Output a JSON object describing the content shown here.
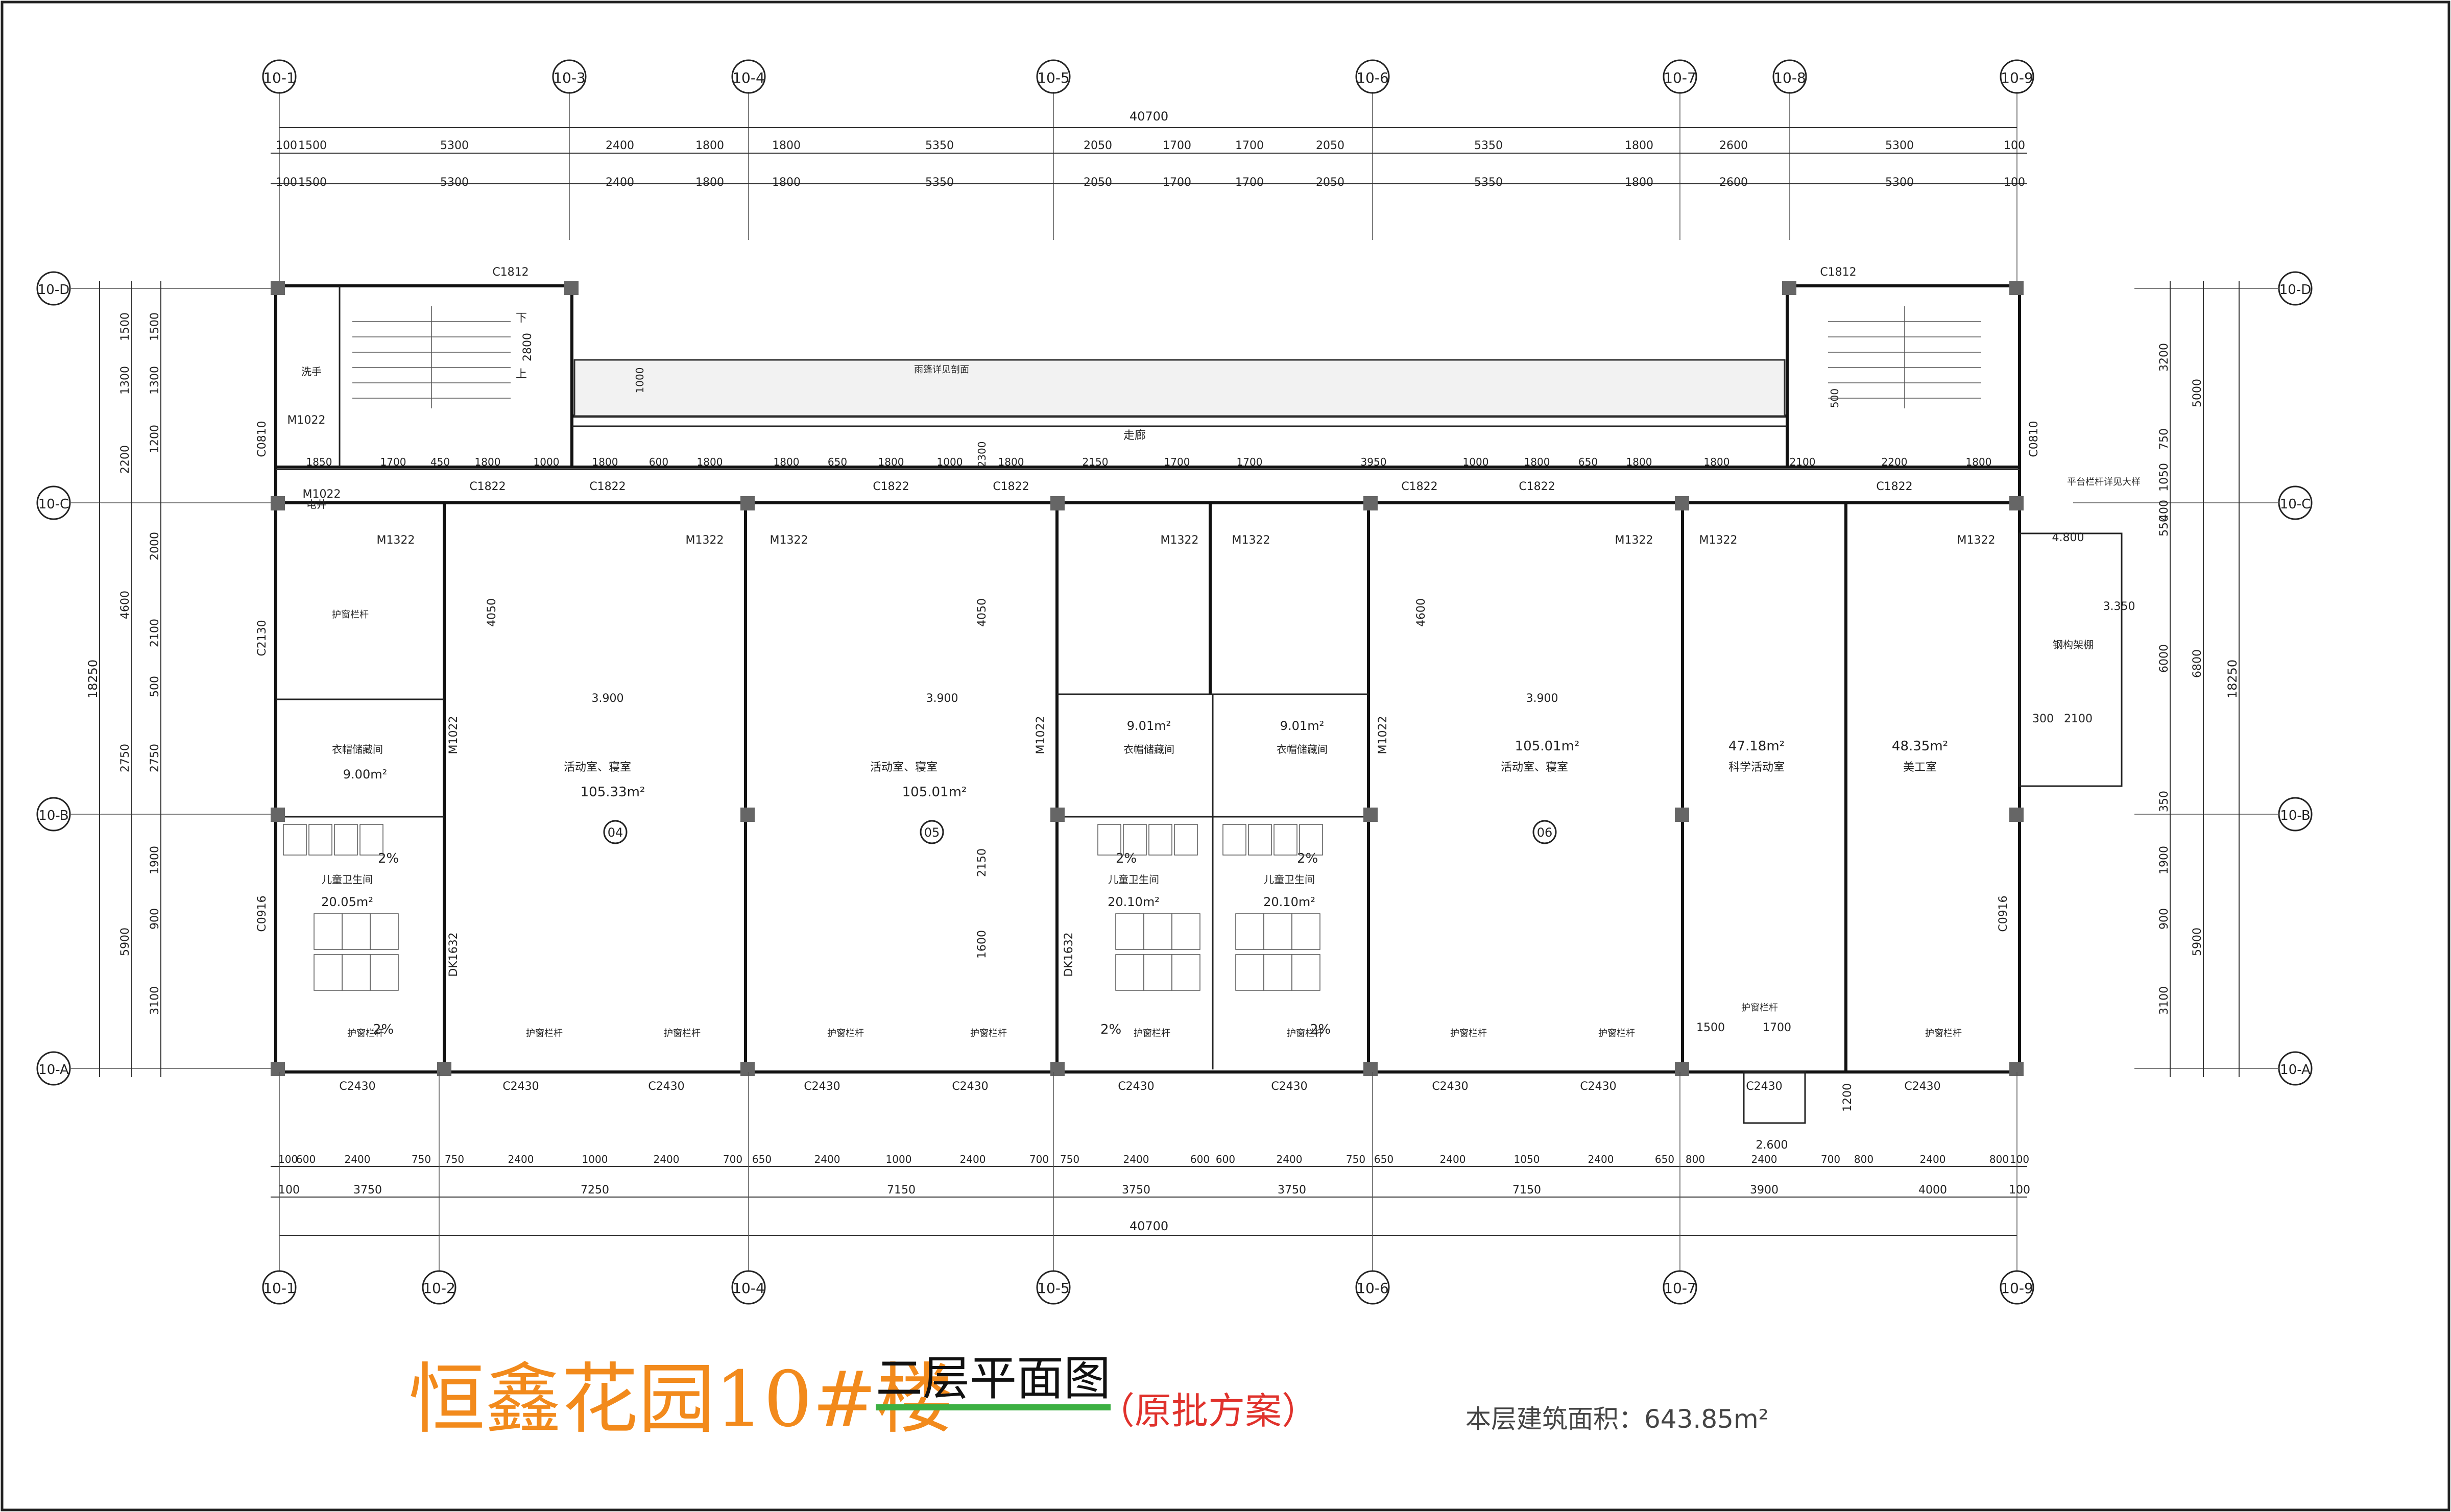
{
  "title": {
    "project": "恒鑫花园10#楼",
    "floor": "二层平面图",
    "note": "（原批方案）",
    "area_label": "本层建筑面积：",
    "area_value": "643.85m²"
  },
  "axes": {
    "top": [
      "10-1",
      "10-3",
      "10-4",
      "10-5",
      "10-6",
      "10-7",
      "10-8",
      "10-9"
    ],
    "bottom": [
      "10-1",
      "10-2",
      "10-4",
      "10-5",
      "10-6",
      "10-7",
      "10-9"
    ],
    "left": [
      "10-D",
      "10-C",
      "10-B",
      "10-A"
    ],
    "right": [
      "10-D",
      "10-C",
      "10-B",
      "10-A"
    ]
  },
  "dimensions": {
    "top_total": "40700",
    "top_row1": [
      "100",
      "1500",
      "5300",
      "2400",
      "1800",
      "1800",
      "5350",
      "2050",
      "1700",
      "1700",
      "2050",
      "5350",
      "1800",
      "2600",
      "5300",
      "100"
    ],
    "top_row2": [
      "100",
      "1500",
      "5300",
      "2400",
      "1800",
      "1800",
      "5350",
      "2050",
      "1700",
      "1700",
      "2050",
      "5350",
      "1800",
      "2600",
      "5300",
      "100"
    ],
    "bottom_row1": [
      "100",
      "600",
      "2400",
      "750",
      "750",
      "2400",
      "1000",
      "2400",
      "700",
      "650",
      "2400",
      "1000",
      "2400",
      "700",
      "750",
      "2400",
      "600",
      "600",
      "2400",
      "750",
      "650",
      "2400",
      "1050",
      "2400",
      "650",
      "800",
      "2400",
      "700",
      "800",
      "2400",
      "800",
      "100"
    ],
    "bottom_row2": [
      "100",
      "3750",
      "7250",
      "7150",
      "3750",
      "3750",
      "7150",
      "3900",
      "4000",
      "100"
    ],
    "bottom_total": "40700",
    "left_outer": "18250",
    "left_mid": [
      "1500",
      "1300",
      "2200",
      "4600",
      "2750",
      "5900"
    ],
    "left_inner": [
      "1500",
      "1300",
      "1200",
      "2000",
      "2100",
      "500",
      "2750",
      "1900",
      "900",
      "3100"
    ],
    "right_outer": "18250",
    "right_mid": [
      "5000",
      "6800",
      "5900"
    ],
    "right_inner": [
      "3200",
      "750",
      "1050",
      "400",
      "550",
      "6000",
      "350",
      "1900",
      "900",
      "3100"
    ],
    "row_c": [
      "1850",
      "1700",
      "450",
      "1800",
      "1000",
      "1800",
      "600",
      "1800",
      "1800",
      "650",
      "1800",
      "1000",
      "1800",
      "2150",
      "1700",
      "1700",
      "3950",
      "1000",
      "1800",
      "650",
      "1800",
      "1800",
      "2100",
      "2200",
      "1800"
    ]
  },
  "rooms": [
    {
      "name": "活动室、寝室",
      "area": "105.33m²",
      "no": "04",
      "level": "3.900"
    },
    {
      "name": "活动室、寝室",
      "area": "105.01m²",
      "no": "05",
      "level": "3.900"
    },
    {
      "name": "活动室、寝室",
      "area": "105.01m²",
      "no": "06",
      "level": "3.900"
    },
    {
      "name": "科学活动室",
      "area": "47.18m²"
    },
    {
      "name": "美工室",
      "area": "48.35m²"
    },
    {
      "name": "衣帽储藏间",
      "area": "9.00m²"
    },
    {
      "name": "衣帽储藏间",
      "area": "9.01m²"
    },
    {
      "name": "衣帽储藏间",
      "area": "9.01m²"
    },
    {
      "name": "儿童卫生间",
      "area": "20.05m²"
    },
    {
      "name": "儿童卫生间",
      "area": "20.10m²"
    },
    {
      "name": "儿童卫生间",
      "area": "20.10m²"
    }
  ],
  "labels": {
    "corridor": "走廊",
    "shed": "钢构架棚",
    "guardrail": "护窗栏杆",
    "slope": "2%",
    "level_48": "4.800",
    "level_335": "3.350",
    "level_26": "2.600",
    "dim_1200": "1200",
    "dim_2300": "2300",
    "dim_300": "300",
    "dim_2100": "2100",
    "dim_1500": "1500",
    "dim_1700": "1700",
    "dim_2800": "2800",
    "dim_1000": "1000",
    "dim_500": "500",
    "dim_4050": "4050",
    "dim_4600": "4600",
    "dim_1600": "1600",
    "dim_2150": "2150",
    "up": "上",
    "down": "下",
    "windows": [
      "C1812",
      "C1812",
      "C1822",
      "C1822",
      "C1822",
      "C1822",
      "C1822",
      "C1822",
      "C1822",
      "C2430",
      "C2430",
      "C2430",
      "C2430",
      "C2430",
      "C2430",
      "C2430",
      "C2430",
      "C2430",
      "C2430",
      "C2430",
      "C0810",
      "C0810",
      "C2130",
      "C0916",
      "C0916"
    ],
    "doors": [
      "M1022",
      "M1022",
      "M1322",
      "M1322",
      "M1322",
      "M1322",
      "M1322",
      "M1322",
      "M1322",
      "M1322",
      "M1022",
      "M1022",
      "M1022",
      "DK1632",
      "DK1632"
    ],
    "stair_note": "雨篷详见剖面",
    "wash": "洗手",
    "elec": "电井",
    "roof_note": "平台栏杆详见大样"
  }
}
